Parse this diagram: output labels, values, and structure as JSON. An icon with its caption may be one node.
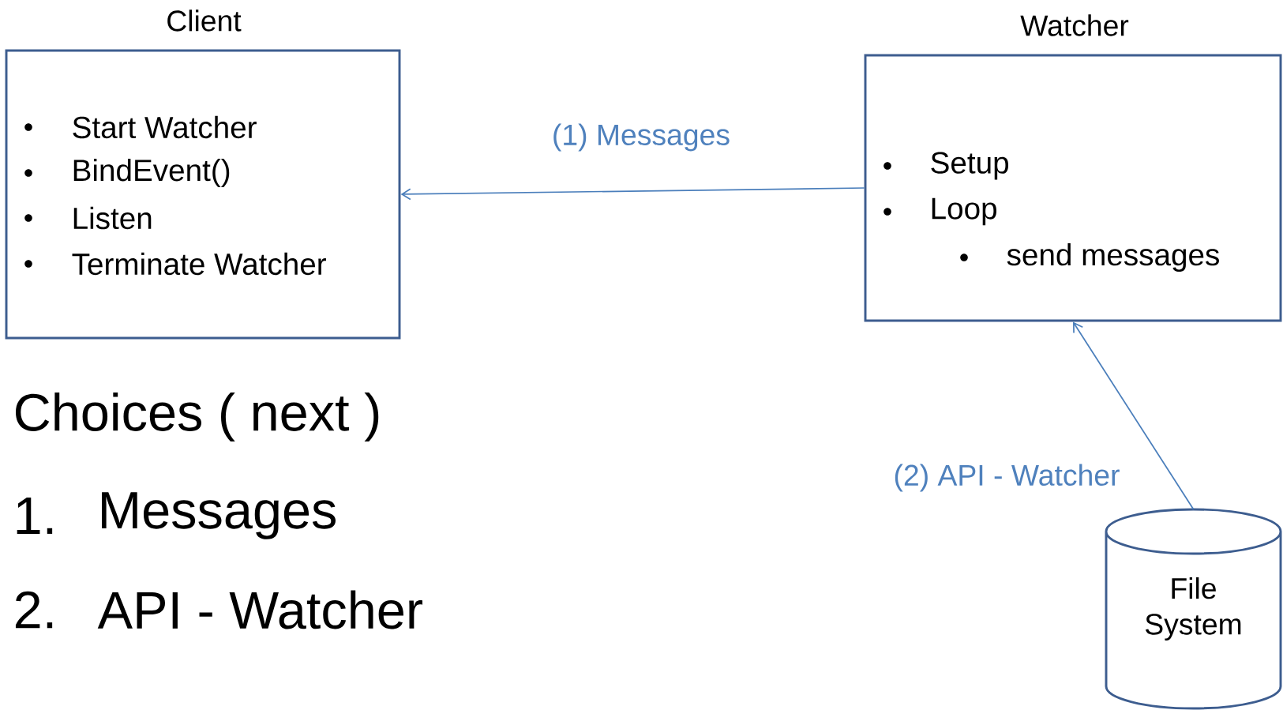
{
  "diagram": {
    "nodes": [
      {
        "text": [
          "Client",
          "Start Watcher",
          "BindEvent()",
          "Listen",
          "Terminate Watcher"
        ]
      },
      {
        "text": [
          "Watcher",
          "Setup",
          "Loop",
          "send messages"
        ]
      },
      {
        "text": [
          "File System"
        ]
      }
    ],
    "edges": [
      {
        "from": 1,
        "to": 0,
        "arrow": "to",
        "label": "(1) Messages"
      },
      {
        "from": 2,
        "to": 1,
        "arrow": "to",
        "label": "(2) API - Watcher"
      }
    ],
    "labels": [
      "Choices ( next )",
      "1.",
      "Messages",
      "2.",
      "API - Watcher"
    ]
  }
}
